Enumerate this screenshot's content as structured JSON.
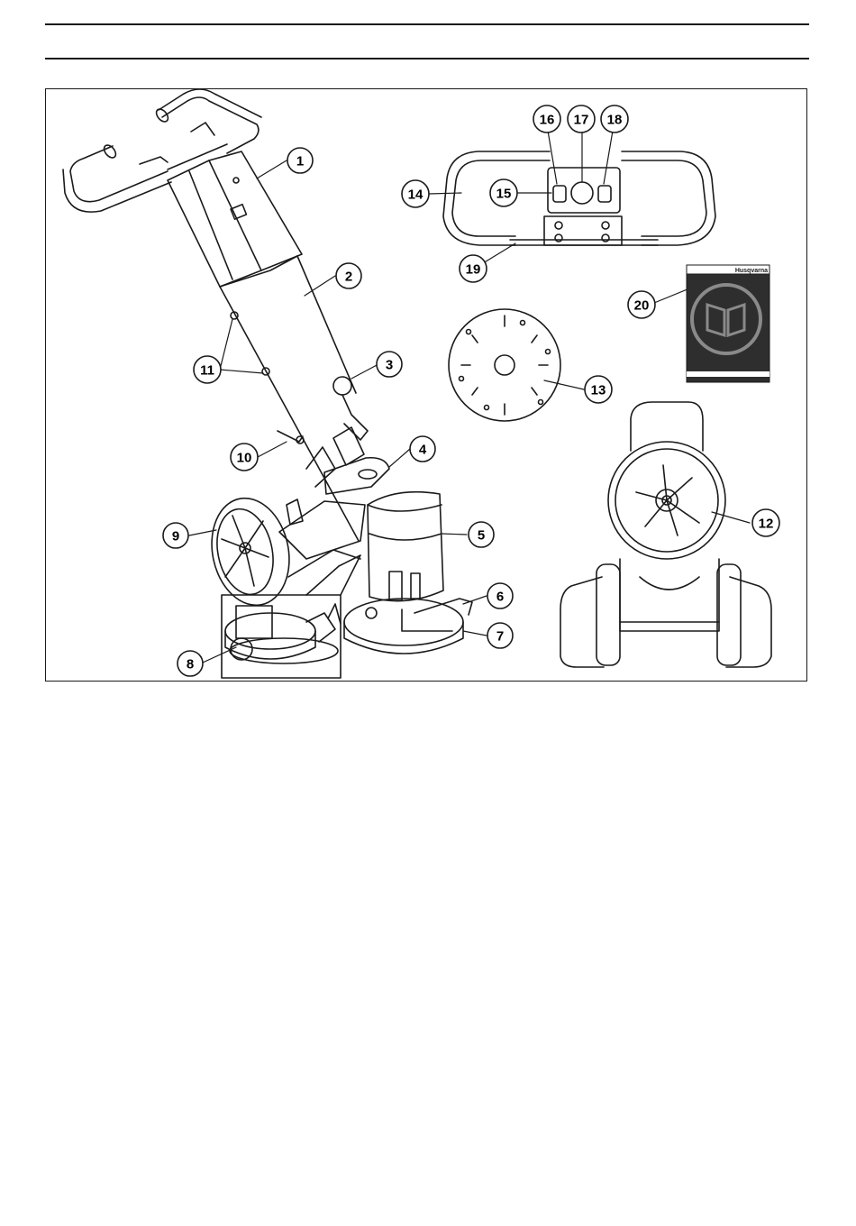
{
  "figure": {
    "callouts": [
      {
        "n": "1"
      },
      {
        "n": "2"
      },
      {
        "n": "3"
      },
      {
        "n": "4"
      },
      {
        "n": "5"
      },
      {
        "n": "6"
      },
      {
        "n": "7"
      },
      {
        "n": "8"
      },
      {
        "n": "9"
      },
      {
        "n": "10"
      },
      {
        "n": "11"
      },
      {
        "n": "12"
      },
      {
        "n": "13"
      },
      {
        "n": "14"
      },
      {
        "n": "15"
      },
      {
        "n": "16"
      },
      {
        "n": "17"
      },
      {
        "n": "18"
      },
      {
        "n": "19"
      },
      {
        "n": "20"
      }
    ],
    "booklet_brand": "Husqvarna",
    "colors": {
      "ink": "#1a1a1a",
      "booklet": "#2e2e2e",
      "paper": "#ffffff"
    }
  }
}
